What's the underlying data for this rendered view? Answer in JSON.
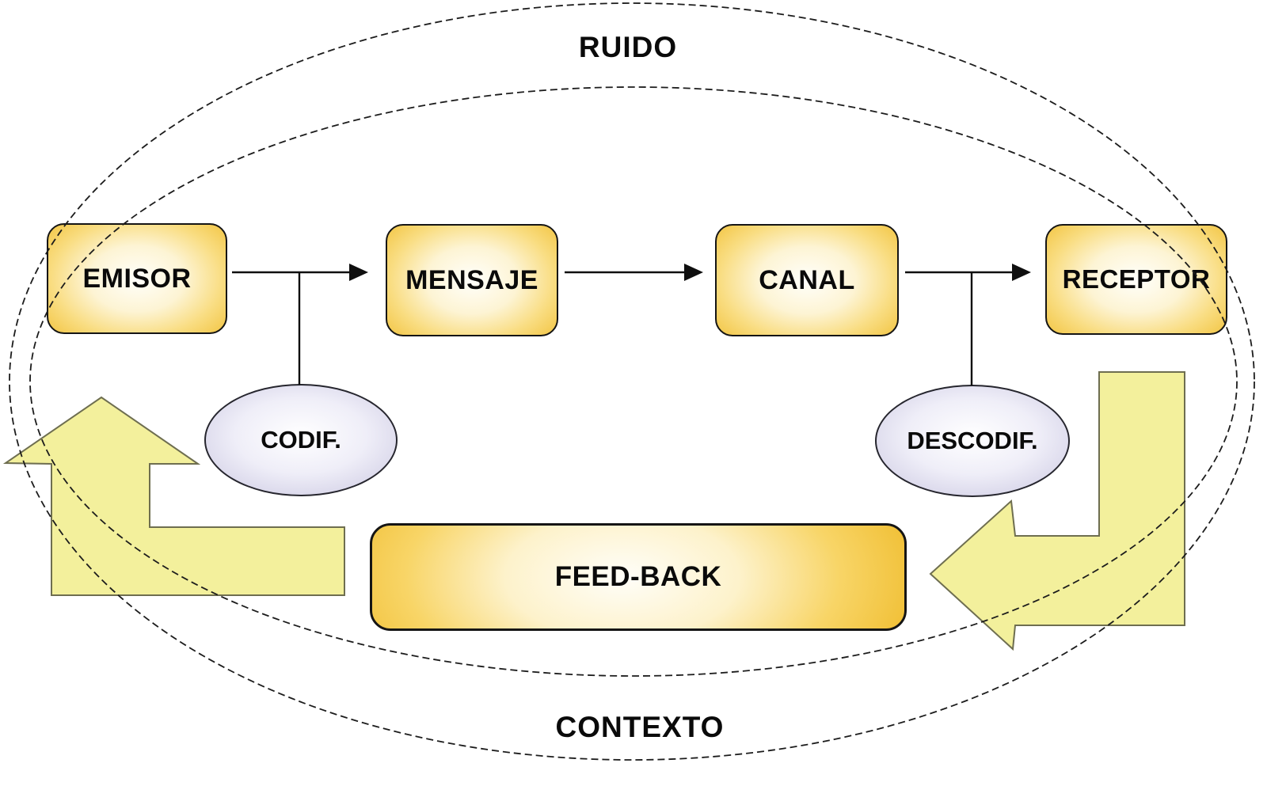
{
  "diagram": {
    "title": "communication-process-model",
    "labels": {
      "top": "RUIDO",
      "bottom": "CONTEXTO"
    },
    "nodes": {
      "emisor": "EMISOR",
      "mensaje": "MENSAJE",
      "canal": "CANAL",
      "receptor": "RECEPTOR",
      "codif": "CODIF.",
      "descodif": "DESCODIF.",
      "feedback": "FEED-BACK"
    },
    "colors": {
      "node_fill_edge": "#f1c139",
      "ellipse_fill_edge": "#c2c0dc",
      "arrow_fill": "#f3f09c",
      "arrow_stroke": "#6e6e50",
      "line_color": "#1c1c1c"
    }
  }
}
